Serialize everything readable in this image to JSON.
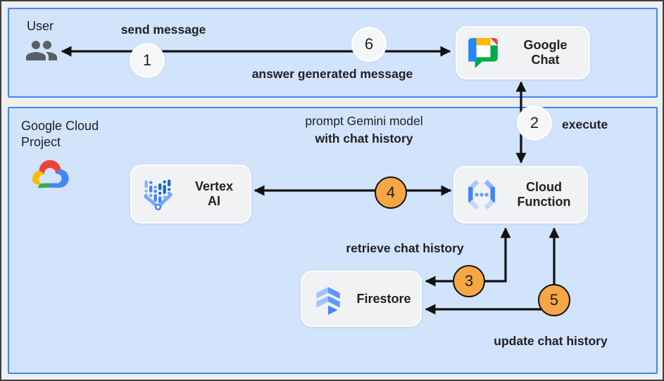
{
  "zones": {
    "user": {
      "label": "User"
    },
    "gcp": {
      "line1": "Google Cloud",
      "line2": "Project"
    }
  },
  "nodes": {
    "chat": {
      "line1": "Google",
      "line2": "Chat"
    },
    "vertex": {
      "line1": "Vertex",
      "line2": "AI"
    },
    "func": {
      "line1": "Cloud",
      "line2": "Function"
    },
    "firestore": {
      "label": "Firestore"
    }
  },
  "steps": {
    "s1": {
      "n": "1"
    },
    "s2": {
      "n": "2"
    },
    "s3": {
      "n": "3"
    },
    "s4": {
      "n": "4"
    },
    "s5": {
      "n": "5"
    },
    "s6": {
      "n": "6"
    }
  },
  "labels": {
    "send": "send message",
    "answer": "answer generated message",
    "execute": "execute",
    "prompt_line1": "prompt Gemini model",
    "prompt_line2": "with chat history",
    "retrieve": "retrieve chat history",
    "update": "update chat history"
  },
  "icons": [
    "users-icon",
    "google-chat-icon",
    "google-cloud-icon",
    "vertex-ai-icon",
    "cloud-function-icon",
    "firestore-icon"
  ],
  "colors": {
    "panel_bg": "#d2e3fc",
    "panel_border": "#4285f4",
    "node_bg": "#f0f2f3",
    "step_light": "#f5f6f7",
    "step_orange": "#f6a645",
    "arrow": "#111111"
  }
}
